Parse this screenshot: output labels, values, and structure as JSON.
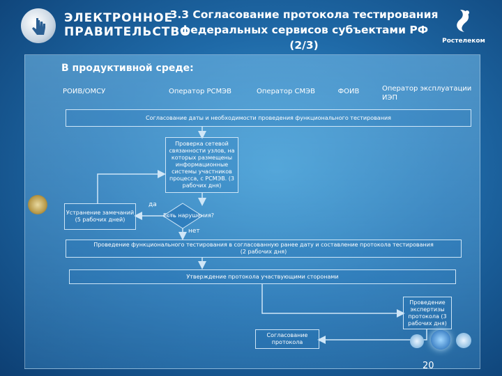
{
  "header": {
    "logo_line1": "ЭЛЕКТРОННОЕ",
    "logo_line2": "ПРАВИТЕЛЬСТВО",
    "title_line1": "3.3 Согласование протокола тестирования",
    "title_line2": "федеральных сервисов субъектами РФ (2/3)",
    "brand": "Ростелеком"
  },
  "section_title": "В продуктивной среде:",
  "columns": [
    "РОИВ/ОМСУ",
    "Оператор РСМЭВ",
    "Оператор СМЭВ",
    "ФОИВ",
    "Оператор эксплуатации ИЭП"
  ],
  "flow": {
    "step1": "Согласование даты и необходимости проведения функционального тестирования",
    "step2": "Проверка сетевой связанности узлов, на которых размещены информационные системы участников процесса, с РСМЭВ. (3 рабочих дня)",
    "decision": "Есть нарушения?",
    "yes": "да",
    "no": "нет",
    "fix": "Устранение замечаний (5 рабочих дней)",
    "step3_line1": "Проведение функционального тестирования в согласованную ранее дату и составление протокола тестирования",
    "step3_line2": "(2 рабочих дня)",
    "step4": "Утверждение протокола участвующими сторонами",
    "step5": "Проведение экспертизы протокола (3 рабочих дня)",
    "step6": "Согласование протокола"
  },
  "page_number": "20",
  "colors": {
    "panel_border": "#cfe6f7",
    "header_dark": "#0d3f73"
  },
  "icons": [
    "government-hand-logo-icon",
    "rostelecom-logo-icon",
    "state-emblem-icon",
    "nav-button-icon"
  ]
}
